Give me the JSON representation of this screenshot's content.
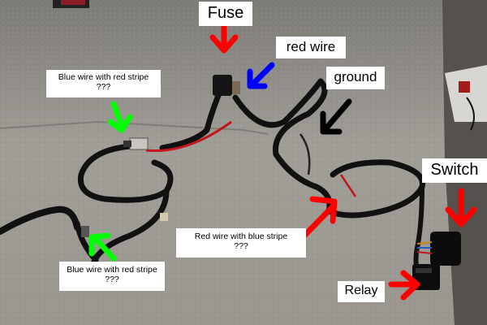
{
  "labels": {
    "fuse": "Fuse",
    "red_wire": "red wire",
    "ground": "ground",
    "switch": "Switch",
    "relay": "Relay",
    "blue_wire_top": {
      "line1": "Blue wire with red stripe",
      "line2": "???"
    },
    "blue_wire_bottom": {
      "line1": "Blue wire with red stripe",
      "line2": "???"
    },
    "red_blue_wire": {
      "line1": "Red wire with blue stripe",
      "line2": "???"
    }
  },
  "arrows": [
    {
      "name": "fuse-arrow",
      "color": "#ff0000"
    },
    {
      "name": "red-wire-arrow",
      "color": "#0000ff"
    },
    {
      "name": "ground-arrow",
      "color": "#000000"
    },
    {
      "name": "blue-wire-top-arrow",
      "color": "#00ff00"
    },
    {
      "name": "blue-wire-bottom-arrow",
      "color": "#00ff00"
    },
    {
      "name": "red-blue-wire-arrow",
      "color": "#ff0000"
    },
    {
      "name": "switch-arrow",
      "color": "#ff0000"
    },
    {
      "name": "relay-arrow",
      "color": "#ff0000"
    }
  ]
}
